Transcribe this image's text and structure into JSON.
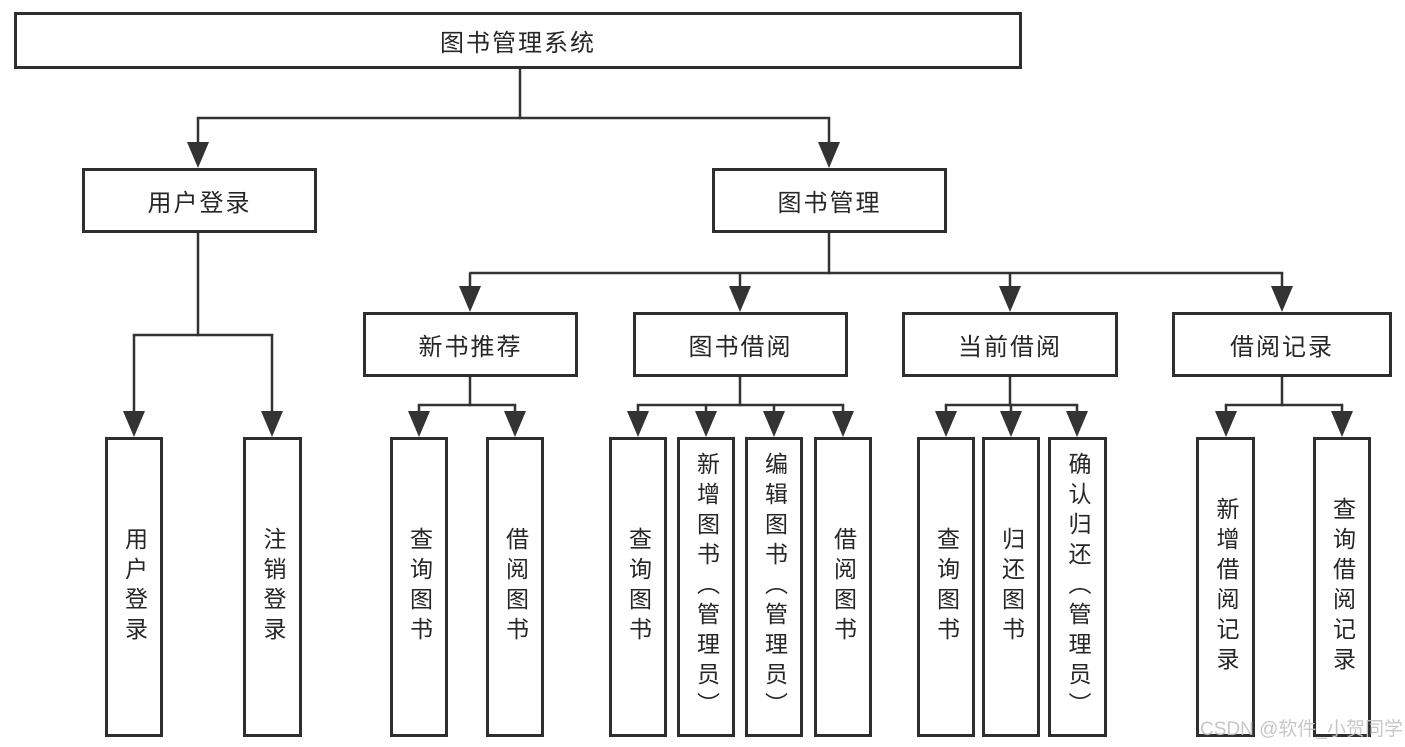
{
  "diagram": {
    "root": {
      "label": "图书管理系统"
    },
    "level2": [
      {
        "label": "用户登录"
      },
      {
        "label": "图书管理"
      }
    ],
    "level3": [
      {
        "label": "新书推荐"
      },
      {
        "label": "图书借阅"
      },
      {
        "label": "当前借阅"
      },
      {
        "label": "借阅记录"
      }
    ],
    "leaves": {
      "user_login": [
        {
          "label": "用户登录"
        },
        {
          "label": "注销登录"
        }
      ],
      "new_book": [
        {
          "label": "查询图书"
        },
        {
          "label": "借阅图书"
        }
      ],
      "borrow": [
        {
          "label": "查询图书"
        },
        {
          "label": "新增图书（管理员）"
        },
        {
          "label": "编辑图书（管理员）"
        },
        {
          "label": "借阅图书"
        }
      ],
      "current": [
        {
          "label": "查询图书"
        },
        {
          "label": "归还图书"
        },
        {
          "label": "确认归还（管理员）"
        }
      ],
      "record": [
        {
          "label": "新增借阅记录"
        },
        {
          "label": "查询借阅记录"
        }
      ]
    },
    "watermark": "CSDN @软件_小贺同学",
    "colors": {
      "line": "#333333",
      "box_border": "#2e2e2e",
      "text": "#262626",
      "watermark_text": "#c5c5c5",
      "background": "#ffffff"
    }
  }
}
